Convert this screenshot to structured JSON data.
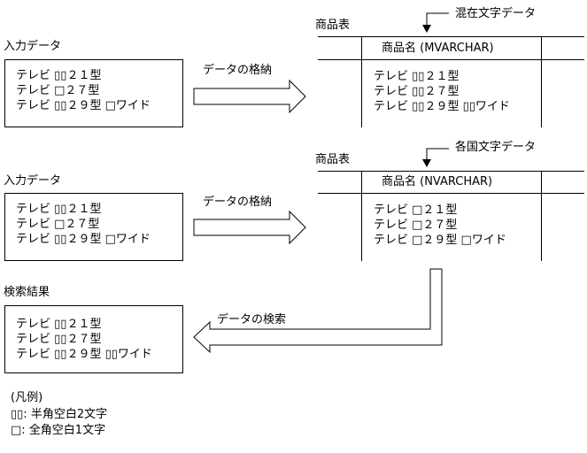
{
  "section1": {
    "input_label": "入力データ",
    "input_rows": [
      "テレビ ▯▯２１型",
      "テレビ □２７型",
      "テレビ ▯▯２９型 □ワイド"
    ],
    "arrow_label": "データの格納",
    "table_title": "商品表",
    "callout": "混在文字データ",
    "column_header": "商品名 (MVARCHAR)",
    "table_rows": [
      "テレビ ▯▯２１型",
      "テレビ ▯▯２７型",
      "テレビ ▯▯２９型 ▯▯ワイド"
    ]
  },
  "section2": {
    "input_label": "入力データ",
    "input_rows": [
      "テレビ ▯▯２１型",
      "テレビ □２７型",
      "テレビ ▯▯２９型 □ワイド"
    ],
    "arrow_label": "データの格納",
    "table_title": "商品表",
    "callout": "各国文字データ",
    "column_header": "商品名 (NVARCHAR)",
    "table_rows": [
      "テレビ □２１型",
      "テレビ □２７型",
      "テレビ □２９型 □ワイド"
    ]
  },
  "section3": {
    "result_label": "検索結果",
    "result_rows": [
      "テレビ ▯▯２１型",
      "テレビ ▯▯２７型",
      "テレビ ▯▯２９型 ▯▯ワイド"
    ],
    "arrow_label": "データの検索"
  },
  "legend": {
    "title": "(凡例)",
    "half_width": "▯▯: 半角空白2文字",
    "full_width": "□: 全角空白1文字"
  }
}
